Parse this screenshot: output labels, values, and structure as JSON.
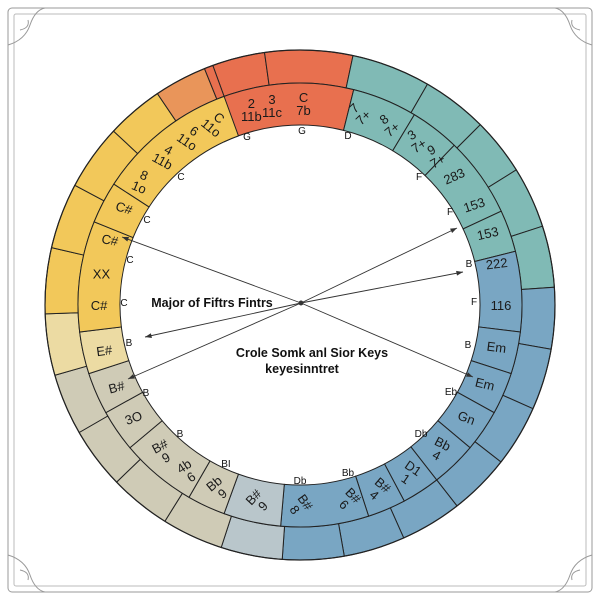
{
  "title": "Major of Fiftrs Fintrs",
  "subtitle_line1": "Crole Somk anl Sior Keys",
  "subtitle_line2": "keyesinntret",
  "ring_labels": [
    [
      "2",
      "11b"
    ],
    [
      "3",
      "11c"
    ],
    [
      "C",
      "7b"
    ],
    [
      "7",
      "7+"
    ],
    [
      "8",
      "7+"
    ],
    [
      "3",
      "7+"
    ],
    [
      "9",
      "7+"
    ],
    [
      "283"
    ],
    [
      "153"
    ],
    [
      "153"
    ],
    [
      "222"
    ],
    [
      "116"
    ],
    [
      "Em"
    ],
    [
      "Em"
    ],
    [
      "Gn"
    ],
    [
      "Bb",
      "4"
    ],
    [
      "D1",
      "1"
    ],
    [
      "B#",
      "4"
    ],
    [
      "B#",
      "6"
    ],
    [
      "B#",
      "8"
    ],
    [
      "B#",
      "9"
    ],
    [
      "Bb",
      "9"
    ],
    [
      "4b",
      "6"
    ],
    [
      "B#",
      "9"
    ],
    [
      "3O"
    ],
    [
      "B#"
    ],
    [
      "E#"
    ],
    [
      "C#"
    ],
    [
      "XX"
    ],
    [
      "C#"
    ],
    [
      "C#"
    ],
    [
      "8",
      "1o"
    ],
    [
      "4",
      "11b"
    ],
    [
      "6",
      "11o"
    ],
    [
      "C",
      "11o"
    ]
  ],
  "inner_letters": [
    "G",
    "G",
    "D",
    "F",
    "F",
    "B",
    "F",
    "B",
    "Eb",
    "Db",
    "Bb",
    "Db",
    "BI",
    "B",
    "B",
    "B",
    "C",
    "C",
    "C",
    "C"
  ],
  "colors": {
    "red": "#e8704f",
    "orange": "#e9955a",
    "yellow": "#f2c85a",
    "beige": "#ecdba3",
    "grey": "#cfcbb6",
    "bluegrey": "#b9c6cb",
    "blue": "#79a6c3",
    "teal": "#80bab5"
  }
}
